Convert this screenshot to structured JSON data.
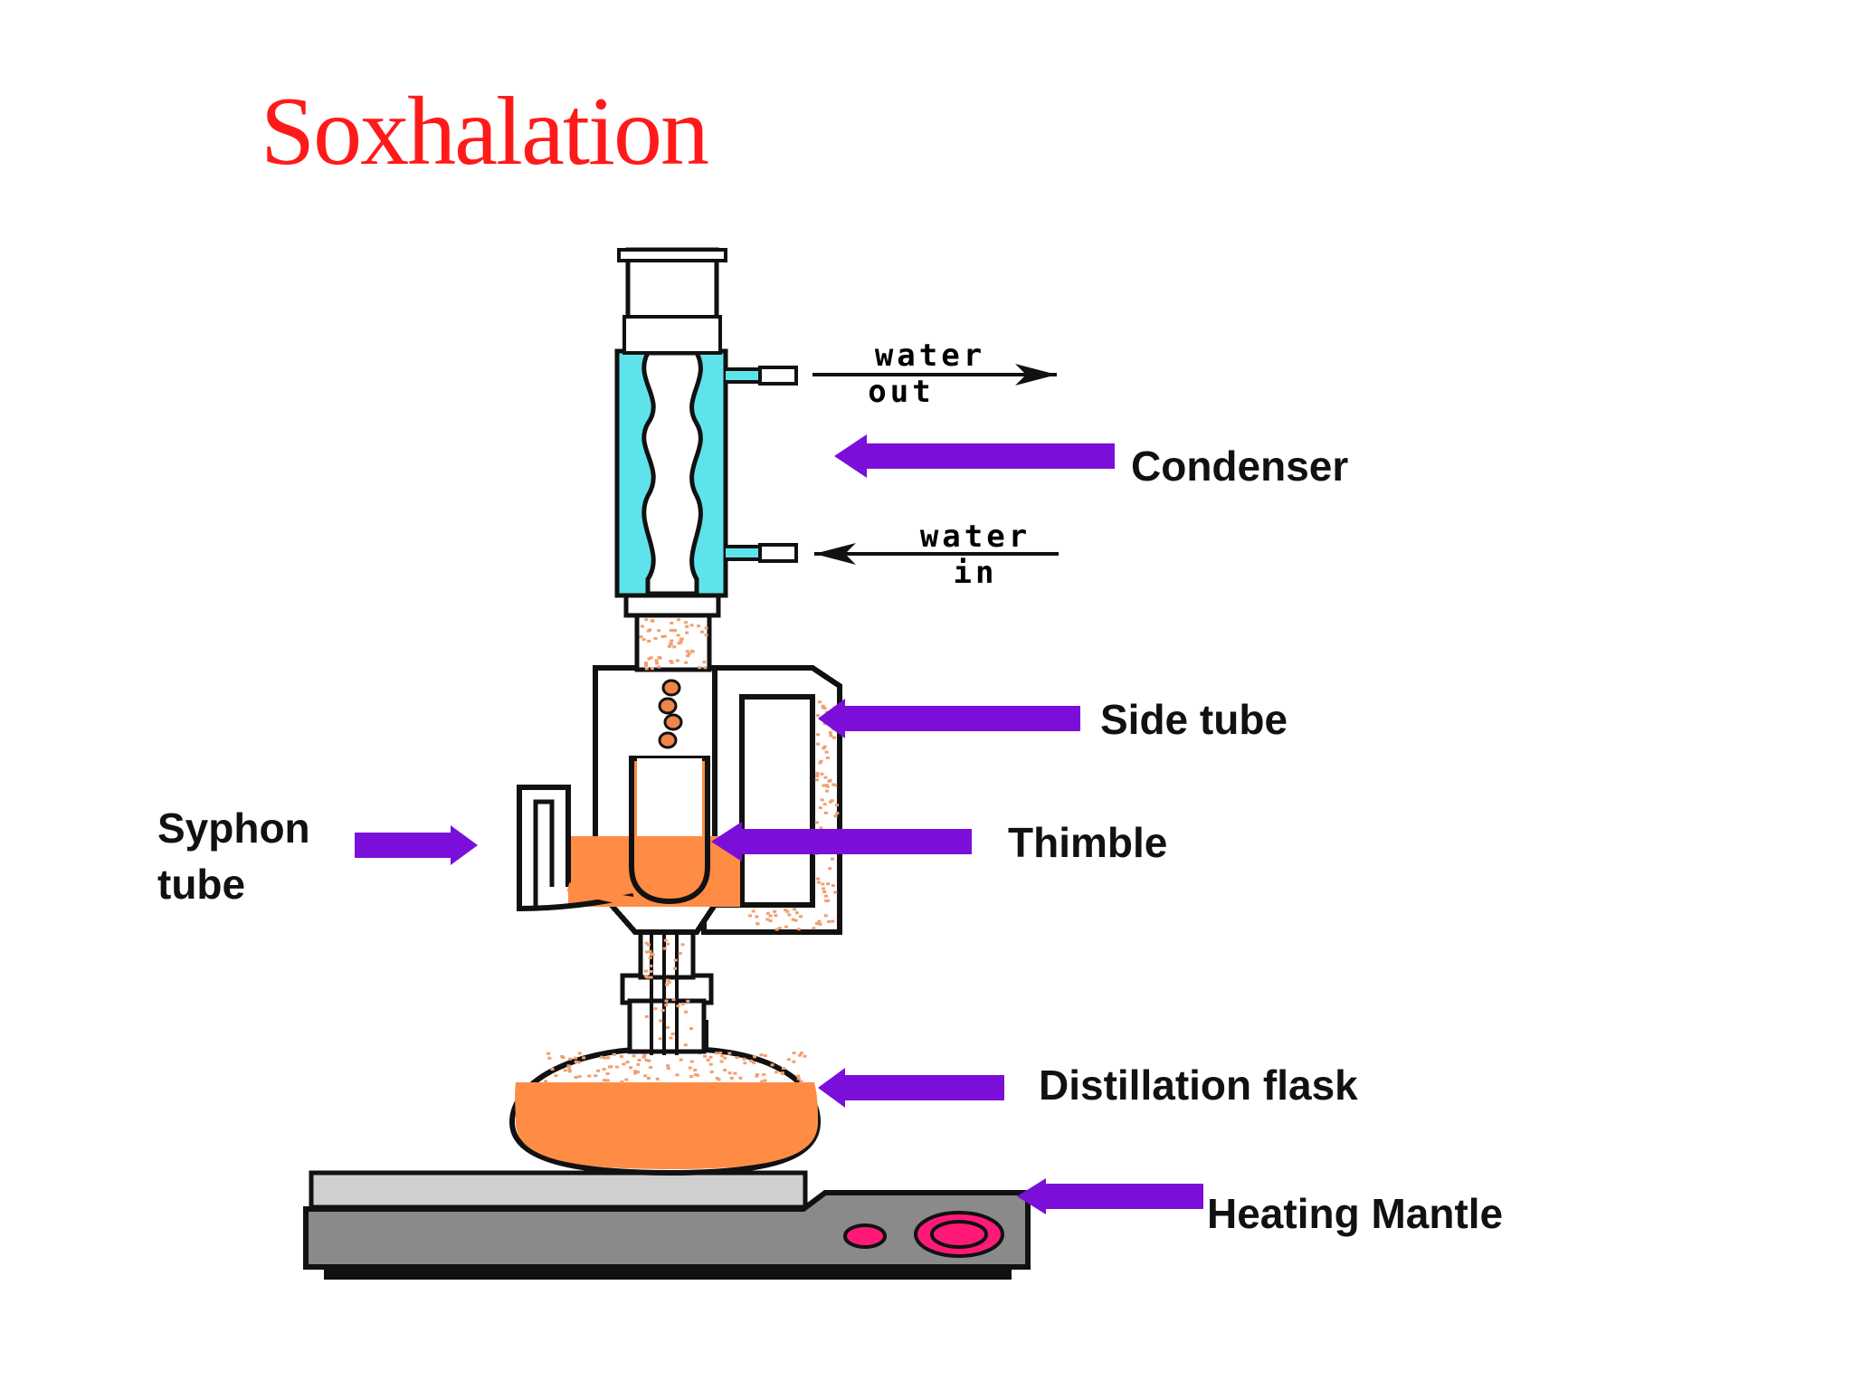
{
  "title": "Soxhalation",
  "labels": {
    "condenser": "Condenser",
    "side_tube": "Side tube",
    "thimble": "Thimble",
    "syphon_line1": "Syphon",
    "syphon_line2": "tube",
    "distillation_flask": "Distillation flask",
    "heating_mantle": "Heating Mantle",
    "water_out_line1": "water",
    "water_out_line2": "out",
    "water_in_line1": "water",
    "water_in_line2": "in"
  },
  "colors": {
    "title": "#ff1a1a",
    "arrow": "#7b0fd9",
    "solvent": "#ff8c45",
    "vapor_dots": "#f0a070",
    "condenser_water": "#5fe3ea",
    "mantle_body": "#8a8a8a",
    "mantle_plate": "#cfcfcf",
    "knob": "#ff1a78"
  }
}
